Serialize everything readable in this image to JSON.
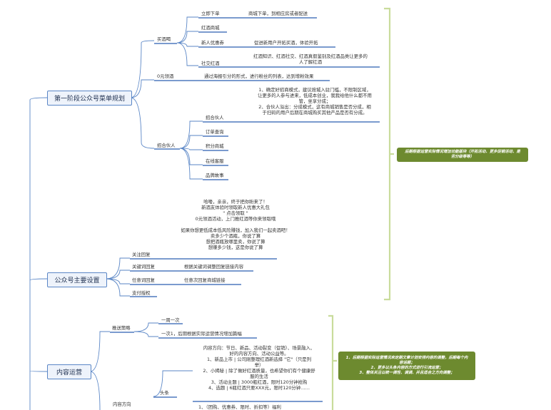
{
  "colors": {
    "branch": "#5a86c6",
    "underline": "#4e79bd",
    "bracket": "#c9dc9c",
    "note": "#6d8a2f"
  },
  "main_topics": [
    {
      "id": "m1",
      "label": "第一阶段公众号菜单规划"
    },
    {
      "id": "m2",
      "label": "公众号主要设置"
    },
    {
      "id": "m3",
      "label": "内容运营"
    }
  ],
  "nodes": {
    "maijiu": "买酒喝",
    "lijixiadan": "立即下单",
    "lijixiadan_desc": "商城下单，到相应房或者配送",
    "hongjiushangcheng": "红酒商城",
    "xinrenyouhui": "新人优惠券",
    "xinrenyouhui_desc": "促进新用户开拓买酒，体验开拓",
    "shejiaohongjiu": "社交红酒",
    "shejiaohongjiu_desc": [
      "红酒知识、红酒社交、红酒真假鉴别及红酒品类让更多的",
      "人了解红酒"
    ],
    "lingyuan": "0元领酒",
    "lingyuan_desc": "通过海报引分的形式，进行粉丝的列表，达到增粉效果",
    "zhaomu": "招合伙人",
    "zhaomu_sub": "招合伙人",
    "zhaomu_desc": [
      "1、确定好招商模式，建议按城入驻门槛，不限制区域，",
      "让更多的人参与进来，低成本创业，我我给他什么都不用",
      "管，坐享分成；",
      "2、合伙人溢出：分成模式，这有商城销售是否分成，相",
      "于扫码的用户后期在商城购买其他产品是否有分成。"
    ],
    "dingdan": "订单查询",
    "jifen": "积分商城",
    "zaixian": "在线客服",
    "pinpai": "品牌故事",
    "guanzhu": "关注回复",
    "guanzhu_desc": [
      "哈喽，亲亲，终于把你盼来了！",
      "新酒友体验时领取新人优惠大礼包",
      "\" 点击领取 \"",
      "0元领酒活动，上门推红酒等你来领取哦",
      "",
      "如果你想更低成本低风险赚钱，加入我们一起卖酒吧！",
      "卖多少个酒瓶，你说了算",
      "想把酒瓶放哪里卖，你说了算",
      "想赚多少钱，这是你说了算"
    ],
    "guanjianci": "关键词回复",
    "guanjianci_desc": "根据关键词调整回复链接内容",
    "renyi": "任意词回复",
    "renyi_desc": "任意次回复商城链接",
    "zhifu": "支付授权",
    "tuisong": "推送策略",
    "yizhou": "一周一次",
    "yici": "一次1，后期根据实际运营情况增加篇幅",
    "neirongfangxiang": "内容方向",
    "toutiao": "头条",
    "toutiao_desc": [
      "内容方向：节日、新品、活动裂变（促销）、场景融入、",
      "好的内容方向、活动公益等。",
      "1、新品上市 | 公司刚整理红酒新选择 \"它\"（只是列",
      "举）",
      "2、小揭秘 | 除了做好红酒质量，也希望你们有个健康舒",
      "服的生活",
      "3、活动主题 | 3000瓶红酒，限时120分钟抢购",
      "4、选题 | 6瓶红酒只要XXX元，限时120分钟……"
    ],
    "bottom_text": "1、（团购、优惠券、限时、折扣等）福利"
  },
  "notes": {
    "n1": [
      "后期根据运营实际情况增加功能版块（开拓活动、更多促销活动、是",
      "否分级等等）"
    ],
    "n2": [
      "1、后期根据实际运营情况来定期文章计划安排内容的调整，后期每个内",
      "容话题；",
      "2、更多以头条内容的方式进行引流运营；",
      "3、整体关注以统一调性、调调、并且适合之方向调整；"
    ]
  }
}
